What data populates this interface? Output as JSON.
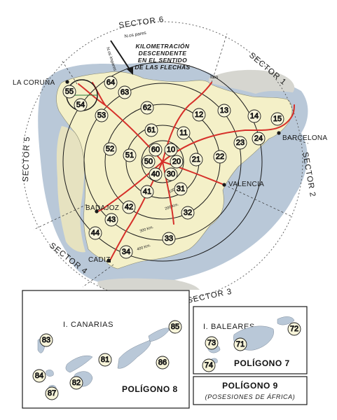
{
  "sectors": {
    "s1": "SECTOR 1",
    "s2": "SECTOR 2",
    "s3": "SECTOR 3",
    "s4": "SECTOR 4",
    "s5": "SECTOR 5",
    "s6": "SECTOR 6"
  },
  "cities": {
    "coruna": "LA CORUÑA",
    "barcelona": "BARCELONA",
    "valencia": "VALENCIA",
    "badajoz": "BADAJOZ",
    "cadiz": "CADIZ",
    "irun": "Irún"
  },
  "arrows": {
    "pares": "N.os pares",
    "impares": "N.os impares"
  },
  "note": [
    "KILOMETRACIÓN",
    "DESCENDENTE",
    "EN EL SENTIDO",
    "DE LAS FLECHAS"
  ],
  "rings": {
    "r100": "100 Km.",
    "r200": "200 Km.",
    "r300": "300 Km.",
    "r400": "400 Km."
  },
  "zones": {
    "z10": "10",
    "z11": "11",
    "z12": "12",
    "z13": "13",
    "z14": "14",
    "z15": "15",
    "z20": "20",
    "z21": "21",
    "z22": "22",
    "z23": "23",
    "z24": "24",
    "z30": "30",
    "z31": "31",
    "z32": "32",
    "z33": "33",
    "z34": "34",
    "z40": "40",
    "z41": "41",
    "z42": "42",
    "z43": "43",
    "z44": "44",
    "z50": "50",
    "z51": "51",
    "z52": "52",
    "z53": "53",
    "z54": "54",
    "z55": "55",
    "z60": "60",
    "z61": "61",
    "z62": "62",
    "z63": "63",
    "z64": "64",
    "z71": "71",
    "z72": "72",
    "z73": "73",
    "z74": "74",
    "z81": "81",
    "z82": "82",
    "z83": "83",
    "z84": "84",
    "z85": "85",
    "z86": "86",
    "z87": "87"
  },
  "canarias": {
    "name": "I. CANARIAS",
    "title": "POLÍGONO 8"
  },
  "baleares": {
    "name": "I. BALEARES",
    "title": "POLÍGONO 7"
  },
  "africa": {
    "title": "POLÍGONO 9",
    "subtitle": "(POSESIONES DE ÁFRICA)"
  },
  "colors": {
    "sea": "#b9c8d8",
    "land": "#f4f0c8",
    "foreign_land": "#d6d6d0",
    "route": "#d6302a",
    "ink": "#1a1a1a"
  }
}
